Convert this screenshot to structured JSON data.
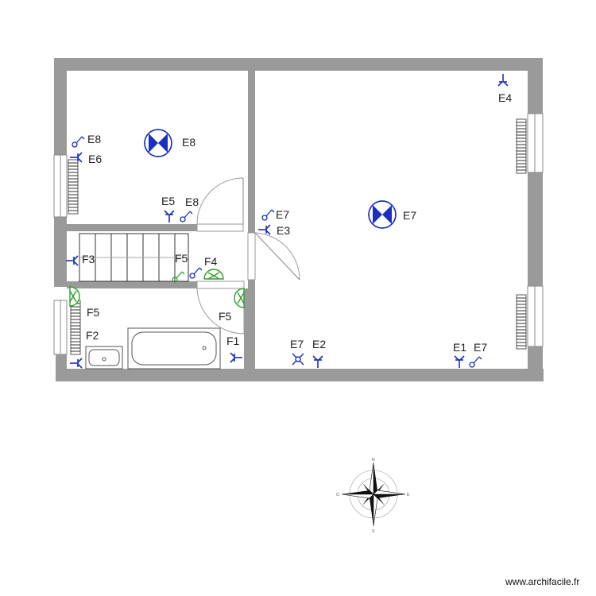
{
  "labels": {
    "e8_top_left": "E8",
    "e6": "E6",
    "e8_room": "E8",
    "e5": "E5",
    "e8_mid": "E8",
    "f3": "F3",
    "f5_stairs": "F5",
    "f4": "F4",
    "f5_left": "F5",
    "f2": "F2",
    "f5_door": "F5",
    "f1": "F1",
    "e7_wall": "E7",
    "e3": "E3",
    "e7_room": "E7",
    "e4": "E4",
    "e7_bottom": "E7",
    "e2": "E2",
    "e1": "E1",
    "e7_bottom_right": "E7"
  },
  "compass": {
    "n": "N",
    "s": "S",
    "e": "E",
    "w": "O"
  },
  "credit": "www.archifacile.fr",
  "colors": {
    "wall": "#9a9a9a",
    "symbol_blue": "#1a2fc0",
    "symbol_green": "#2ea12e",
    "fixture": "#555555"
  }
}
